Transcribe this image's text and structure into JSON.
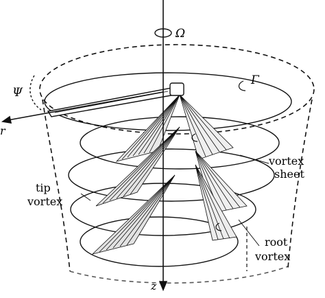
{
  "symbols": {
    "omega": "Ω",
    "gamma": "Γ",
    "psi": "Ψ",
    "r": "r",
    "z": "z"
  },
  "labels": {
    "vortex_sheet_line1": "vortex",
    "vortex_sheet_line2": "sheet",
    "tip_vortex_line1": "tip",
    "tip_vortex_line2": "vortex",
    "root_vortex_line1": "root",
    "root_vortex_line2": "vortex"
  },
  "colors": {
    "ink": "#111111",
    "paper": "#ffffff"
  }
}
